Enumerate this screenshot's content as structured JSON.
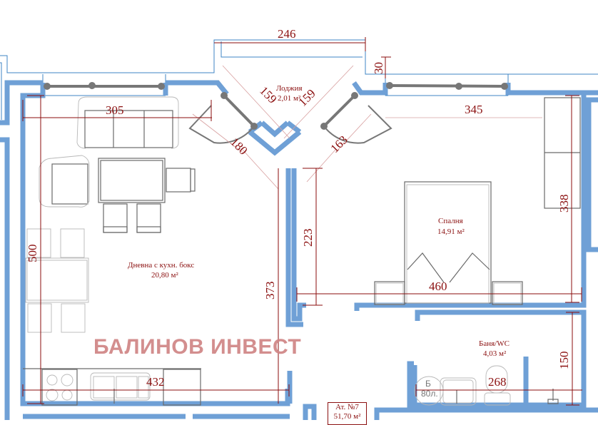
{
  "plan": {
    "unit_label": "Ат. №7",
    "unit_area": "51,70 м²",
    "watermark": "БАЛИНОВ ИНВЕСТ",
    "colors": {
      "wall": "#6fa0d6",
      "dimension": "#8b1010",
      "furniture": "#6a6a6a",
      "watermark": "#d08585"
    }
  },
  "rooms": {
    "living": {
      "name": "Дневна с кухн. бокс",
      "area": "20,80 м²"
    },
    "loggia": {
      "name": "Лоджия",
      "area": "2,01 м²"
    },
    "bedroom": {
      "name": "Спалня",
      "area": "14,91 м²"
    },
    "bathroom": {
      "name": "Баня/WC",
      "area": "4,03 м²"
    }
  },
  "dimensions": {
    "loggia_width": "246",
    "loggia_depth": "30",
    "loggia_side_left": "159",
    "loggia_side_right": "159",
    "living_width_top": "305",
    "living_door_diag": "180",
    "bedroom_door_diag": "163",
    "bedroom_width_top": "345",
    "bedroom_height": "338",
    "living_height": "500",
    "living_partition": "373",
    "bedroom_partition": "223",
    "bedroom_width_bottom": "460",
    "living_width_bottom": "432",
    "bathroom_width": "268",
    "bathroom_height": "150"
  },
  "fixtures": {
    "boiler_label": "Б",
    "boiler_volume": "80л."
  }
}
